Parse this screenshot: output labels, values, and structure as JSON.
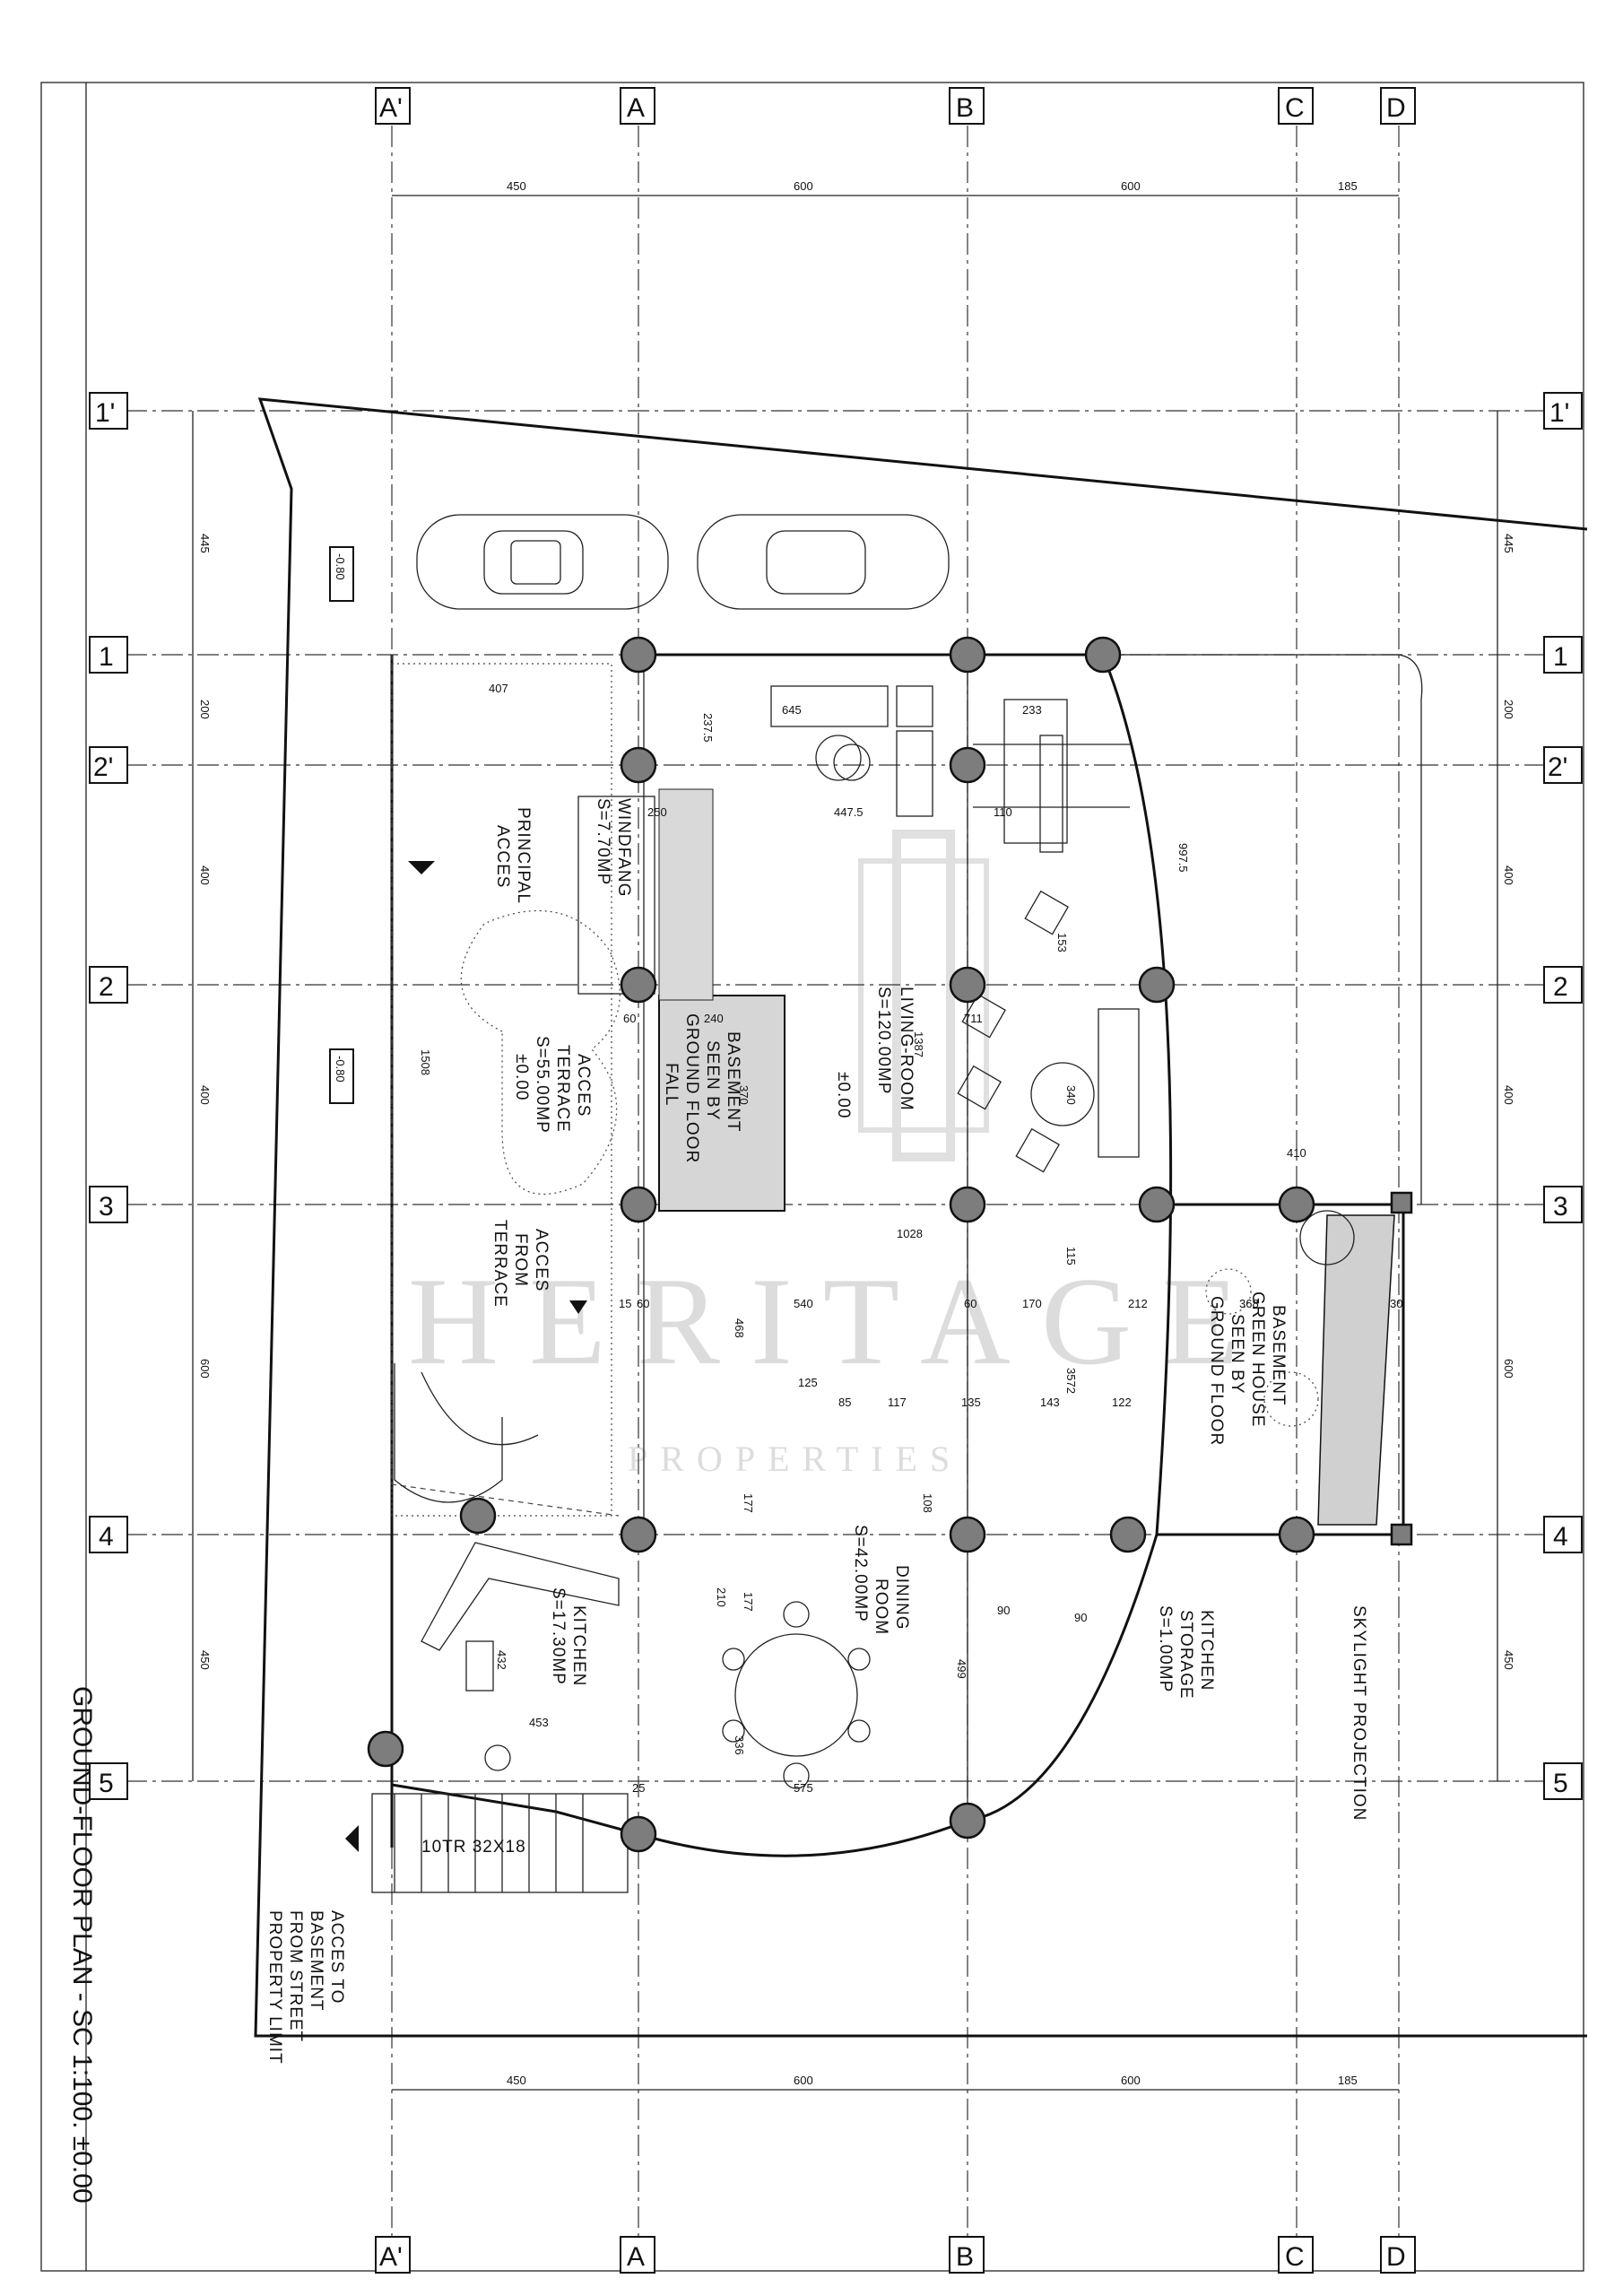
{
  "sheet": {
    "title": "GROUND-FLOOR PLAN - SC 1:100.  ±0.00",
    "watermark": "HERITAGE",
    "watermark_sub": "PROPERTIES"
  },
  "grid": {
    "cols_top": [
      "A'",
      "A",
      "B",
      "C",
      "D"
    ],
    "rows_left": [
      "1'",
      "1",
      "2'",
      "2",
      "3",
      "4",
      "5"
    ],
    "col_spacing": [
      "450",
      "600",
      "600",
      "185"
    ],
    "row_spacing": [
      "445",
      "200",
      "400",
      "400",
      "600",
      "450"
    ]
  },
  "rooms": {
    "living": {
      "name": "LIVING-ROOM",
      "area": "S=120.00MP",
      "level": "±0.00"
    },
    "terrace": {
      "name": "ACCES",
      "name2": "TERRACE",
      "area": "S=55.00MP",
      "level": "±0.00"
    },
    "windfang": {
      "name": "WINDFANG",
      "area": "S=7.70MP"
    },
    "dining": {
      "name": "DINING",
      "name2": "ROOM",
      "area": "S=42.00MP"
    },
    "kitchen": {
      "name": "KITCHEN",
      "area": "S=17.30MP"
    },
    "storage": {
      "name": "KITCHEN",
      "name2": "STORAGE",
      "area": "S=1.00MP"
    },
    "basement_fall": {
      "l1": "BASEMENT",
      "l2": "SEEN BY",
      "l3": "GROUND FLOOR",
      "l4": "FALL"
    },
    "greenhouse": {
      "l1": "BASEMENT",
      "l2": "GREEN HOUSE",
      "l3": "SEEN BY",
      "l4": "GROUND FLOOR"
    }
  },
  "labels": {
    "principal": "PRINCIPAL",
    "acces": "ACCES",
    "acces_from": "ACCES",
    "from": "FROM",
    "terrace": "TERRACE",
    "basement_access_1": "ACCES TO",
    "basement_access_2": "BASEMENT",
    "basement_access_3": "FROM STREET",
    "property_limit": "PROPERTY LIMIT",
    "skylight": "SKYLIGHT PROJECTION",
    "stairs": "10TR 32X18",
    "level_1": "-0.80",
    "level_2": "-0.80"
  },
  "dims": {
    "d407": "407",
    "d645": "645",
    "d233": "233",
    "d2375": "237.5",
    "d250": "250",
    "d4475": "447.5",
    "d110": "110",
    "d9975": "997.5",
    "d153": "153",
    "d711": "711",
    "d1508": "1508",
    "d60a": "60",
    "d240": "240",
    "d1387": "1387",
    "d370": "370",
    "d340": "340",
    "d410": "410",
    "d1028": "1028",
    "d115": "115",
    "d540": "540",
    "d60b": "60",
    "d170": "170",
    "d212": "212",
    "d368": "368",
    "d30": "30",
    "d468": "468",
    "d125": "125",
    "d85": "85",
    "d117": "117",
    "d135": "135",
    "d143": "143",
    "d122": "122",
    "d3572": "3572",
    "d177a": "177",
    "d177b": "177",
    "d108": "108",
    "d90a": "90",
    "d90b": "90",
    "d499": "499",
    "d432": "432",
    "d453": "453",
    "d336": "336",
    "d25": "25",
    "d575": "575",
    "d210": "210",
    "d15": "15",
    "d60c": "60"
  }
}
